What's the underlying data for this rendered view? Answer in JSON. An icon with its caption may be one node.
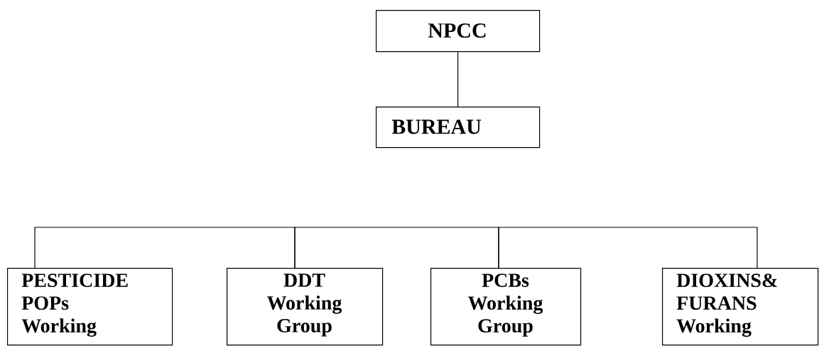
{
  "diagram": {
    "nodes": [
      {
        "text": [
          "NPCC"
        ]
      },
      {
        "text": [
          "BUREAU"
        ]
      },
      {
        "text": [
          "PESTICIDE POPs Working"
        ]
      },
      {
        "text": [
          "DDT Working Group"
        ]
      },
      {
        "text": [
          "PCBs Working Group"
        ]
      },
      {
        "text": [
          "DIOXINS& FURANS Working"
        ]
      }
    ],
    "edges": [
      {
        "from": 0,
        "to": 1,
        "arrow": "none"
      },
      {
        "from": 2,
        "to": 3,
        "arrow": "none"
      },
      {
        "from": 3,
        "to": 4,
        "arrow": "none"
      },
      {
        "from": 4,
        "to": 5,
        "arrow": "none"
      }
    ]
  }
}
